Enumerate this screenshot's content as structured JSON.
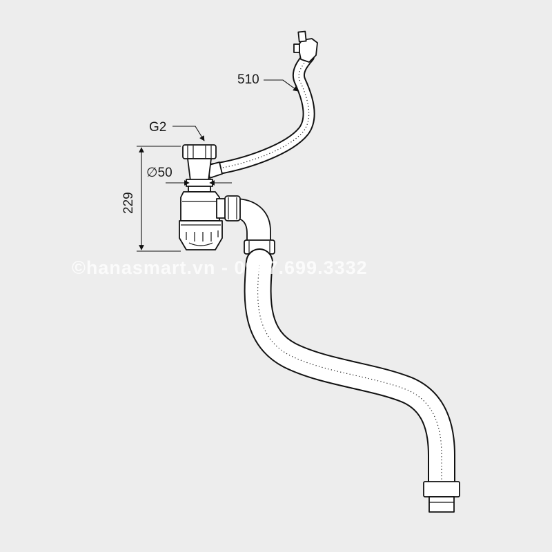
{
  "dimensions": {
    "overflow_length": "510",
    "thread": "G2",
    "diameter": "∅50",
    "height": "229"
  },
  "watermark": "©hanasmart.vn - 0987.699.3332",
  "colors": {
    "background": "#ededed",
    "line": "#111111",
    "part_fill": "#ffffff"
  }
}
